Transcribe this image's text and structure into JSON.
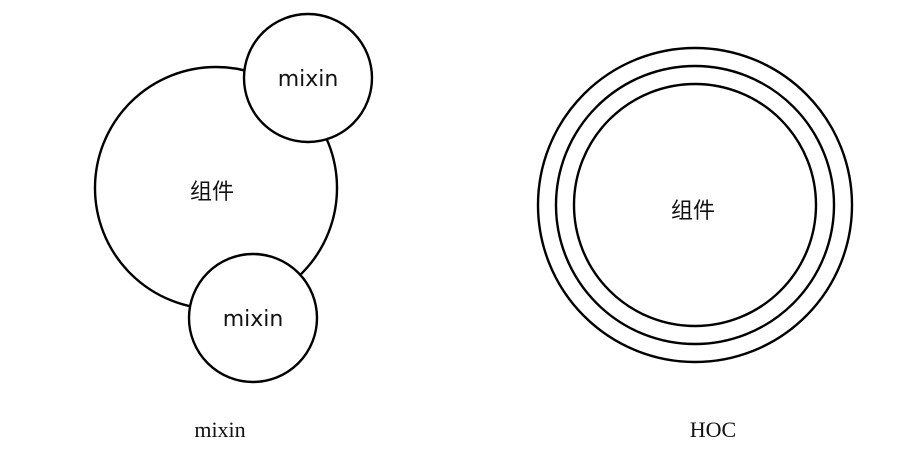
{
  "mixin_diagram": {
    "component_label": "组件",
    "mixin_top_label": "mixin",
    "mixin_bottom_label": "mixin",
    "caption": "mixin"
  },
  "hoc_diagram": {
    "component_label": "组件",
    "caption": "HOC",
    "ring_count": 3
  },
  "colors": {
    "stroke": "#000000",
    "background": "#ffffff",
    "text": "#111111"
  }
}
